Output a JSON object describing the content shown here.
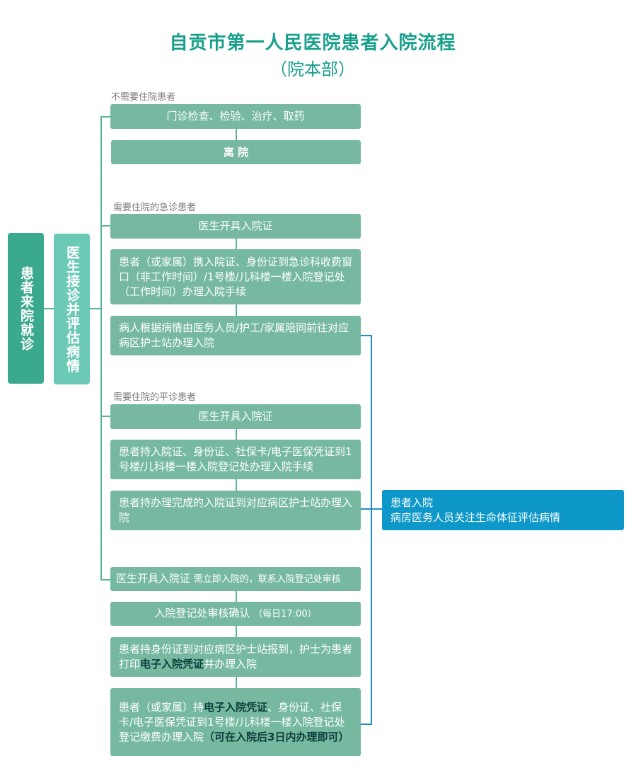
{
  "title": "自贡市第一人民医院患者入院流程",
  "subtitle": "（院本部）",
  "left_boxes": {
    "patient_visit": "患者来院就诊",
    "doctor_assess": "医生接诊并评估病情"
  },
  "groups": {
    "no_admission": {
      "label": "不需要住院患者",
      "step1": "门诊检查、检验、治疗、取药",
      "step2": "离 院"
    },
    "emergency": {
      "label": "需要住院的急诊患者",
      "step1": "医生开具入院证",
      "step2": "患者（或家属）携入院证、身份证到急诊科收费窗口（非工作时间）/1号楼/儿科楼一楼入院登记处（工作时间）办理入院手续",
      "step3": "病人根据病情由医务人员/护工/家属陪同前往对应病区护士站办理入院"
    },
    "outpatient": {
      "label": "需要住院的平诊患者",
      "step1": "医生开具入院证",
      "step2": "患者持入院证、身份证、社保卡/电子医保凭证到1号楼/儿科楼一楼入院登记处办理入院手续",
      "step3": "患者持办理完成的入院证到对应病区护士站办理入院"
    },
    "immediate": {
      "step1_main": "医生开具入院证",
      "step1_note": "需立即入院的，联系入院登记处审核",
      "step2_main": "入院登记处审核确认",
      "step2_note": "（每日17:00）",
      "step3_a": "患者持身份证到对应病区护士站报到，护士为患者打印",
      "step3_b": "电子入院凭证",
      "step3_c": "并办理入院",
      "step4_a": "患者（或家属）持",
      "step4_b": "电子入院凭证",
      "step4_c": "、身份证、社保卡/电子医保凭证到1号楼/儿科楼一楼入院登记处登记缴费办理入院",
      "step4_d": "（可在入院后3日内办理即可）"
    }
  },
  "result": {
    "line1": "患者入院",
    "line2": "病房医务人员关注生命体征评估病情"
  },
  "colors": {
    "title": "#18a08c",
    "box": "#76b9a0",
    "patient_box": "#3aa98e",
    "doctor_box": "#6cc9b5",
    "result_box": "#0d98c9",
    "line": "#5bb59c",
    "result_line": "#1b8fc4"
  }
}
